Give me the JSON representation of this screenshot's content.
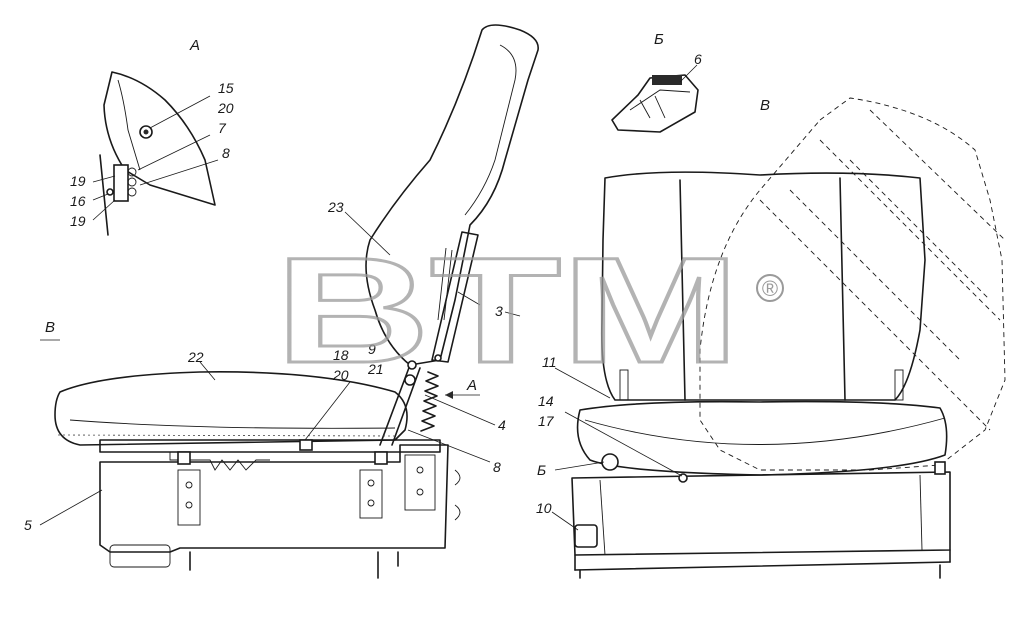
{
  "watermark": {
    "text": "BTM",
    "mark": "®"
  },
  "views": {
    "detail_a_title": "А",
    "detail_b_title": "Б",
    "view_v_title": "В",
    "view_v_arrow_label": "В",
    "arrow_a_label": "А"
  },
  "callouts": {
    "c15": "15",
    "c20a": "20",
    "c7": "7",
    "c8a": "8",
    "c19a": "19",
    "c16": "16",
    "c19b": "19",
    "c6": "6",
    "c23": "23",
    "c3": "3",
    "c22": "22",
    "c18": "18",
    "c20b": "20",
    "c9": "9",
    "c21": "21",
    "c4": "4",
    "c8b": "8",
    "c5": "5",
    "c11": "11",
    "c14": "14",
    "c17": "17",
    "c10": "10",
    "c_b_lower": "Б"
  }
}
